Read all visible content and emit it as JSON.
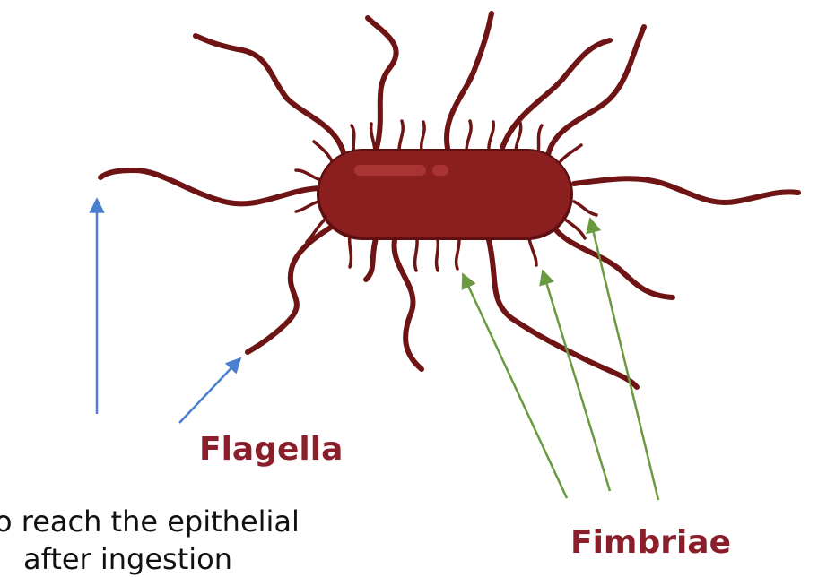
{
  "colors": {
    "bacterium_fill": "#8b1e1e",
    "bacterium_highlight": "#a83434",
    "bacterium_outline": "#5e0f0f",
    "appendage": "#6e1414",
    "flagella_arrow": "#4a7fd0",
    "fimbriae_arrow": "#6a9a3e",
    "label_color": "#8b1e2b"
  },
  "labels": {
    "flagella": "Flagella",
    "fimbriae": "Fimbriae"
  },
  "caption": {
    "line1": "o reach the epithelial",
    "line2": "after ingestion"
  }
}
